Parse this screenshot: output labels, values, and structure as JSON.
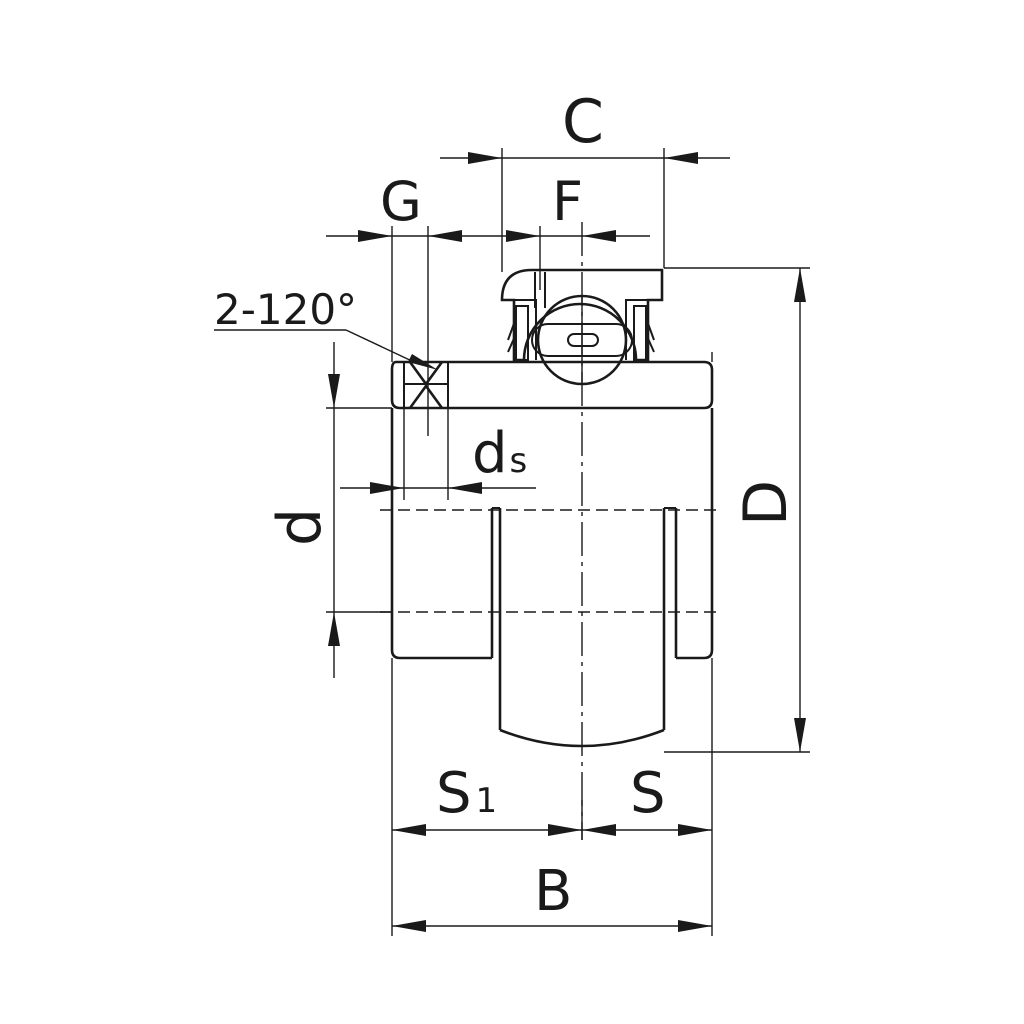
{
  "labels": {
    "C": "C",
    "G": "G",
    "F": "F",
    "angle": "2-120°",
    "ds_main": "d",
    "ds_sub": "s",
    "d": "d",
    "D": "D",
    "S1_main": "S",
    "S1_sub": "1",
    "S": "S",
    "B": "B"
  },
  "colors": {
    "line": "#1a1a1a",
    "background": "#ffffff"
  }
}
